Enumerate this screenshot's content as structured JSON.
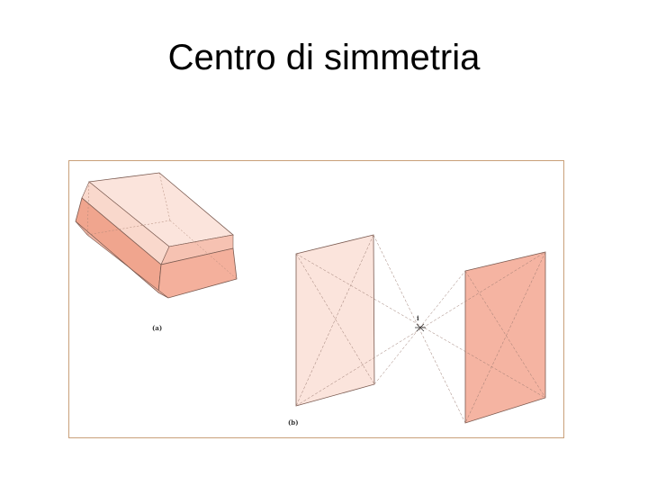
{
  "slide": {
    "title": "Centro di simmetria"
  },
  "figure": {
    "panel_a_label": "(a)",
    "panel_b_label": "(b)",
    "center_label": "i"
  },
  "colors": {
    "frame_border": "#c9a07a",
    "face_light": "#fbe4dc",
    "face_mid": "#f6c2b2",
    "face_dark": "#f0a58e",
    "edge": "#7a5a50"
  }
}
